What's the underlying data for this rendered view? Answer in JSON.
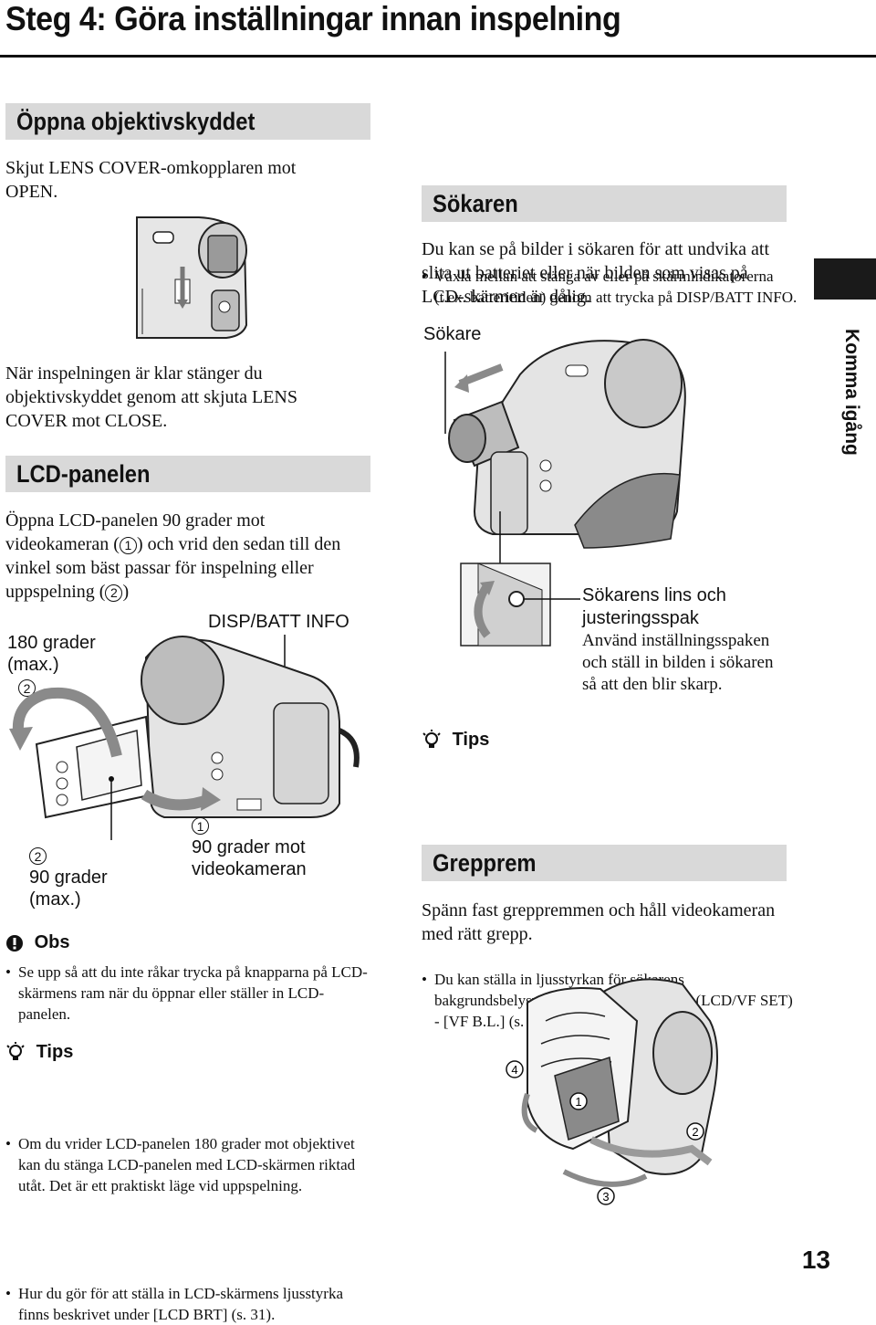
{
  "page": {
    "title": "Steg 4: Göra inställningar innan inspelning",
    "side_tab": "Komma igång",
    "page_number": "13"
  },
  "lens_cover": {
    "heading": "Öppna objektivskyddet",
    "instruction": "Skjut LENS COVER-omkopplaren mot OPEN.",
    "closing_note": "När inspelningen är klar stänger du objektivskyddet genom att skjuta LENS COVER mot CLOSE."
  },
  "lcd_panel": {
    "heading": "LCD-panelen",
    "instruction_part1": "Öppna LCD-panelen 90 grader mot videokameran (",
    "step1": "1",
    "instruction_part2": ") och vrid den sedan till den vinkel som bäst passar för inspelning eller uppspelning (",
    "step2": "2",
    "instruction_part3": ")",
    "labels": {
      "disp_batt_info": "DISP/BATT INFO",
      "deg180_line1": "180 grader",
      "deg180_line2": "(max.)",
      "deg180_num": "2",
      "deg90max_num": "2",
      "deg90max_line1": "90 grader",
      "deg90max_line2": "(max.)",
      "deg90cam_num": "1",
      "deg90cam_line1": "90 grader mot",
      "deg90cam_line2": "videokameran"
    },
    "notes_heading": "Obs",
    "notes": [
      "Se upp så att du inte råkar trycka på knapparna på LCD-skärmens ram när du öppnar eller ställer in LCD-panelen."
    ],
    "tips_heading": "Tips",
    "tips": [
      "Om du vrider LCD-panelen 180 grader mot objektivet kan du stänga LCD-panelen med LCD-skärmen riktad utåt. Det är ett praktiskt läge vid uppspelning.",
      "Hur du gör för att ställa in LCD-skärmens ljusstyrka finns beskrivet under [LCD BRT] (s. 31)."
    ]
  },
  "display_toggle": {
    "bullet": "Växla mellan att stänga av eller på skärmindikatorerna (t.ex. batteritiden) genom att trycka på DISP/BATT INFO."
  },
  "viewfinder": {
    "heading": "Sökaren",
    "intro": "Du kan se på bilder i sökaren för att undvika att slita ut batteriet eller när bilden som visas på LCD-skärmen är dålig.",
    "label": "Sökare",
    "lever_title_line1": "Sökarens lins och",
    "lever_title_line2": "justeringsspak",
    "lever_desc": "Använd inställningsspaken och ställ in bilden i sökaren så att den blir skarp.",
    "tips_heading": "Tips",
    "tip_part1": "Du kan ställa in ljusstyrkan för sökarens bakgrundsbelysning genom att välja",
    "tip_part2": "(LCD/VF SET) - [VF B.L.] (s. 38)."
  },
  "grip_belt": {
    "heading": "Grepprem",
    "instruction": "Spänn fast greppremmen och håll videokameran med rätt grepp.",
    "step_labels": [
      "1",
      "2",
      "3",
      "4"
    ]
  }
}
